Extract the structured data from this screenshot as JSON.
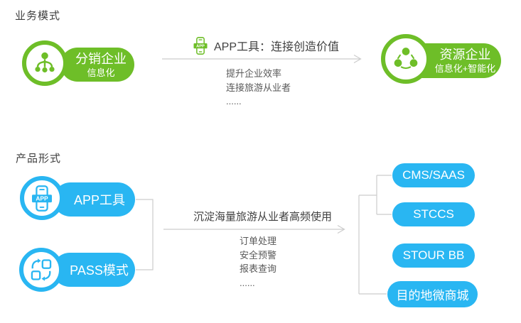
{
  "palette": {
    "green": "#6ebe28",
    "blue": "#29b6f2",
    "line_gray": "#cccccc",
    "heading_text": "#404040",
    "body_text": "#595959"
  },
  "business_section": {
    "title": "业务模式",
    "distributor_node": {
      "title": "分销企业",
      "subtitle": "信息化",
      "icon": "distribution-network-icon"
    },
    "flow": {
      "icon": "app-phone-icon",
      "headline": "APP工具：连接创造价值",
      "points": [
        "提升企业效率",
        "连接旅游从业者",
        "......"
      ]
    },
    "resource_node": {
      "title": "资源企业",
      "subtitle": "信息化+智能化",
      "icon": "resource-network-icon"
    }
  },
  "product_section": {
    "title": "产品形式",
    "app_tool_node": {
      "label": "APP工具",
      "icon": "app-phone-icon"
    },
    "pass_node": {
      "label": "PASS模式",
      "icon": "module-swap-icon"
    },
    "flow": {
      "headline": "沉淀海量旅游从业者高频使用",
      "points": [
        "订单处理",
        "安全预警",
        "报表查询",
        "......"
      ]
    },
    "products": [
      "CMS/SAAS",
      "STCCS",
      "STOUR BB",
      "目的地微商城"
    ]
  },
  "icons": {
    "app_badge_label": "APP"
  }
}
